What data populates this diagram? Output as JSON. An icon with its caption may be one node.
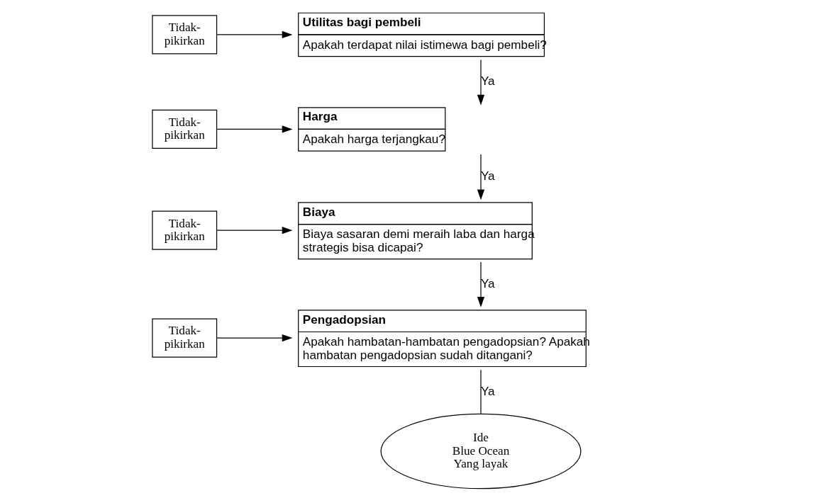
{
  "diagram": {
    "nodes": [
      {
        "text": [
          "Utilitas bagi pembeli",
          "Apakah terdapat nilai istimewa bagi pembeli?"
        ]
      },
      {
        "text": [
          "Harga",
          "Apakah harga terjangkau?"
        ]
      },
      {
        "text": [
          "Biaya",
          "Biaya sasaran demi meraih laba dan harga strategis bisa dicapai?"
        ]
      },
      {
        "text": [
          "Pengadopsian",
          "Apakah hambatan-hambatan pengadopsian? Apakah hambatan pengadopsian sudah ditangani?"
        ]
      },
      {
        "text": [
          "Ide Blue Ocean Yang layak"
        ]
      },
      {
        "text": [
          "Tidak- pikirkan"
        ]
      },
      {
        "text": [
          "Tidak- pikirkan"
        ]
      },
      {
        "text": [
          "Tidak- pikirkan"
        ]
      },
      {
        "text": [
          "Tidak- pikirkan"
        ]
      }
    ],
    "edges": [
      {
        "from": 0,
        "to": 1,
        "arrow": "to",
        "label": "Ya"
      },
      {
        "from": 1,
        "to": 2,
        "arrow": "to",
        "label": "Ya"
      },
      {
        "from": 2,
        "to": 3,
        "arrow": "to",
        "label": "Ya"
      },
      {
        "from": 3,
        "to": 4,
        "arrow": "none",
        "label": "Ya"
      },
      {
        "from": 5,
        "to": 0,
        "arrow": "to"
      },
      {
        "from": 6,
        "to": 1,
        "arrow": "to"
      },
      {
        "from": 7,
        "to": 2,
        "arrow": "to"
      },
      {
        "from": 8,
        "to": 3,
        "arrow": "to"
      }
    ]
  }
}
